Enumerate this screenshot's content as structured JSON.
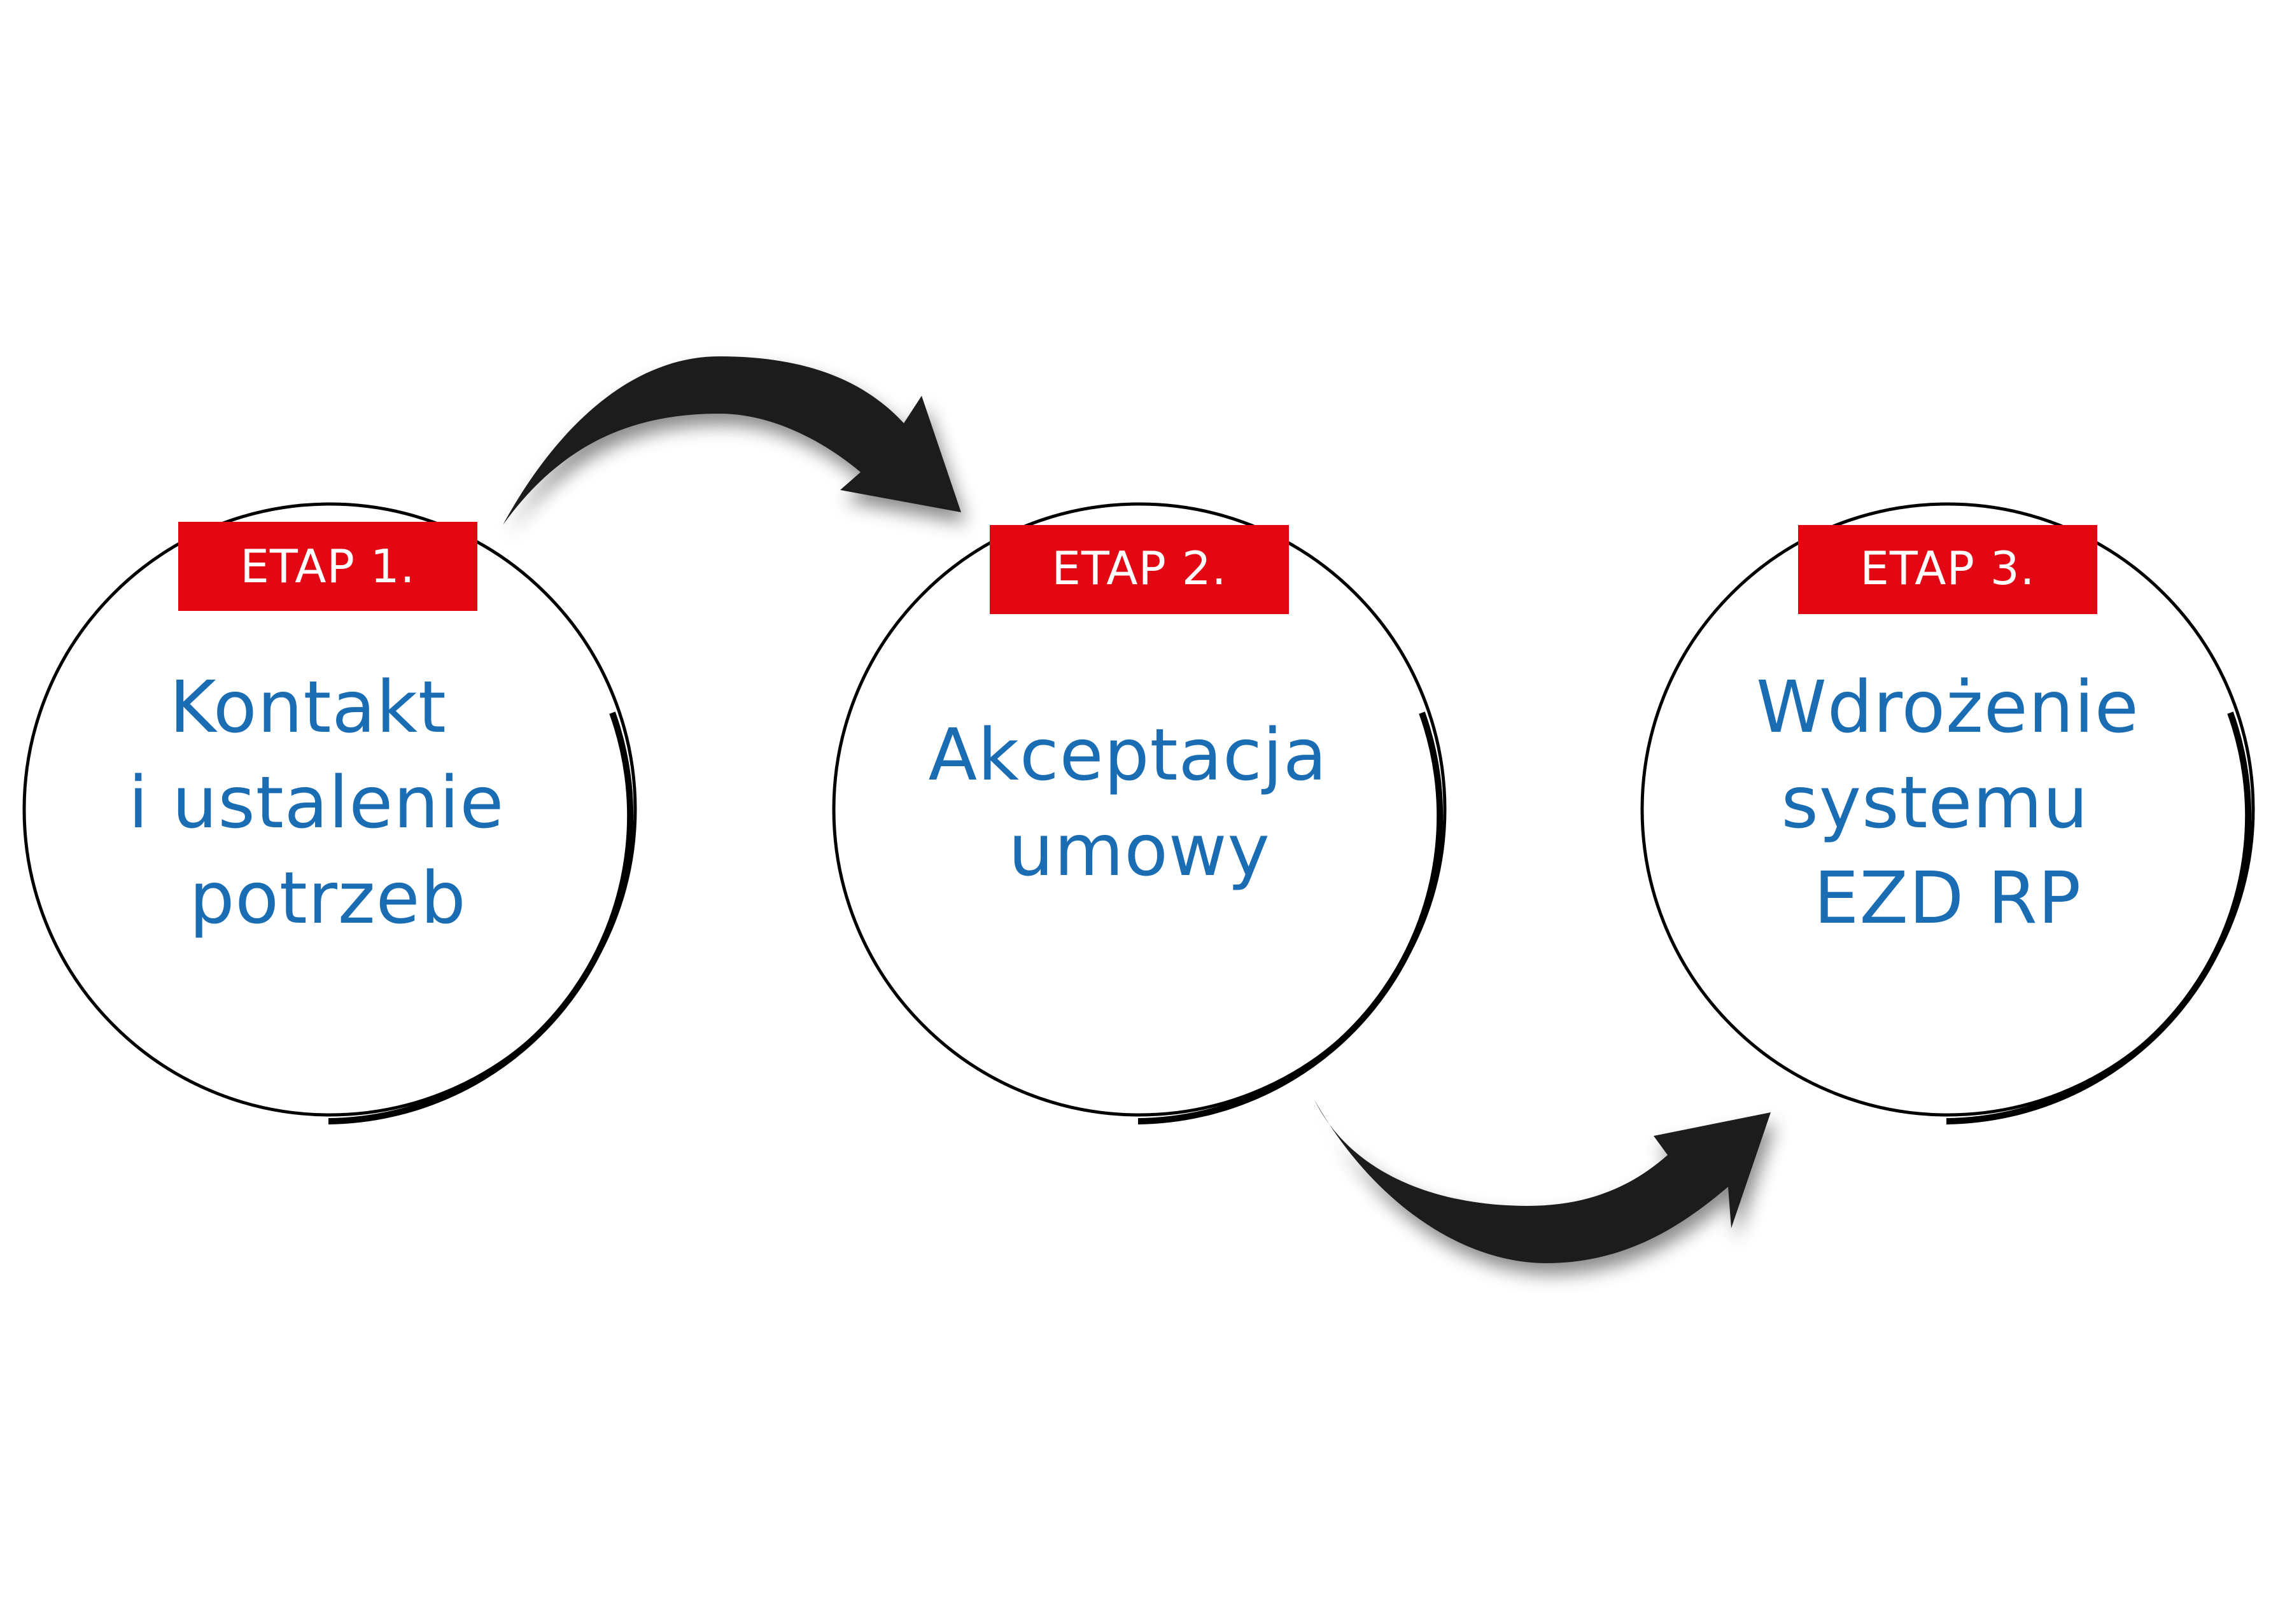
{
  "colors": {
    "badge_red": "#e30613",
    "text_blue": "#1b6db3",
    "circle_stroke": "#000000",
    "arrow_fill": "#1d1d1b",
    "background": "#ffffff"
  },
  "stages": [
    {
      "badge": "ETAP 1.",
      "lines": [
        "Kontakt",
        "i ustalenie",
        "potrzeb"
      ]
    },
    {
      "badge": "ETAP 2.",
      "lines": [
        "Akceptacja",
        "umowy"
      ]
    },
    {
      "badge": "ETAP 3.",
      "lines": [
        "Wdrożenie",
        "systemu",
        "EZD RP"
      ]
    }
  ],
  "connectors": [
    {
      "from": "ETAP 1.",
      "to": "ETAP 2.",
      "icon": "curved-arrow-right-icon"
    },
    {
      "from": "ETAP 2.",
      "to": "ETAP 3.",
      "icon": "curved-arrow-right-icon"
    }
  ]
}
